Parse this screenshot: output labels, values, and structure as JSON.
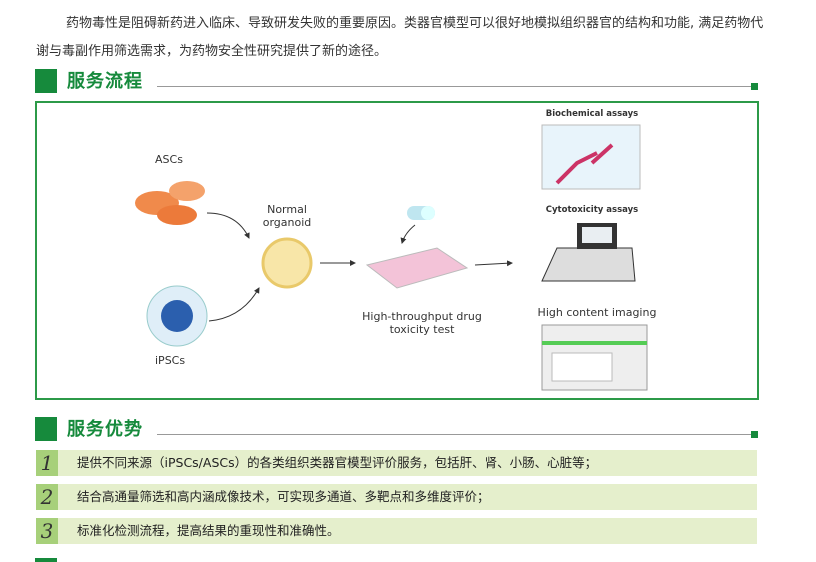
{
  "intro": "药物毒性是阻碍新药进入临床、导致研发失败的重要原因。类器官模型可以很好地模拟组织器官的结构和功能, 满足药物代谢与毒副作用筛选需求，为药物安全性研究提供了新的途径。",
  "section1": {
    "title": "服务流程"
  },
  "diagram": {
    "ascs": "ASCs",
    "ipscs": "iPSCs",
    "normal": "Normal",
    "organoid": "organoid",
    "hts1": "High-throughput drug",
    "hts2": "toxicity test",
    "biochem": "Biochemical assays",
    "cyto": "Cytotoxicity assays",
    "hci": "High content imaging"
  },
  "section2": {
    "title": "服务优势"
  },
  "advantages": [
    {
      "num": "1",
      "text": "提供不同来源（iPSCs/ASCs）的各类组织类器官模型评价服务，包括肝、肾、小肠、心脏等；"
    },
    {
      "num": "2",
      "text": "结合高通量筛选和高内涵成像技术，可实现多通道、多靶点和多维度评价；"
    },
    {
      "num": "3",
      "text": "标准化检测流程，提高结果的重现性和准确性。"
    }
  ],
  "colors": {
    "brand": "#168a3c",
    "row": "#e5efcc",
    "num": "#a7d07a"
  }
}
